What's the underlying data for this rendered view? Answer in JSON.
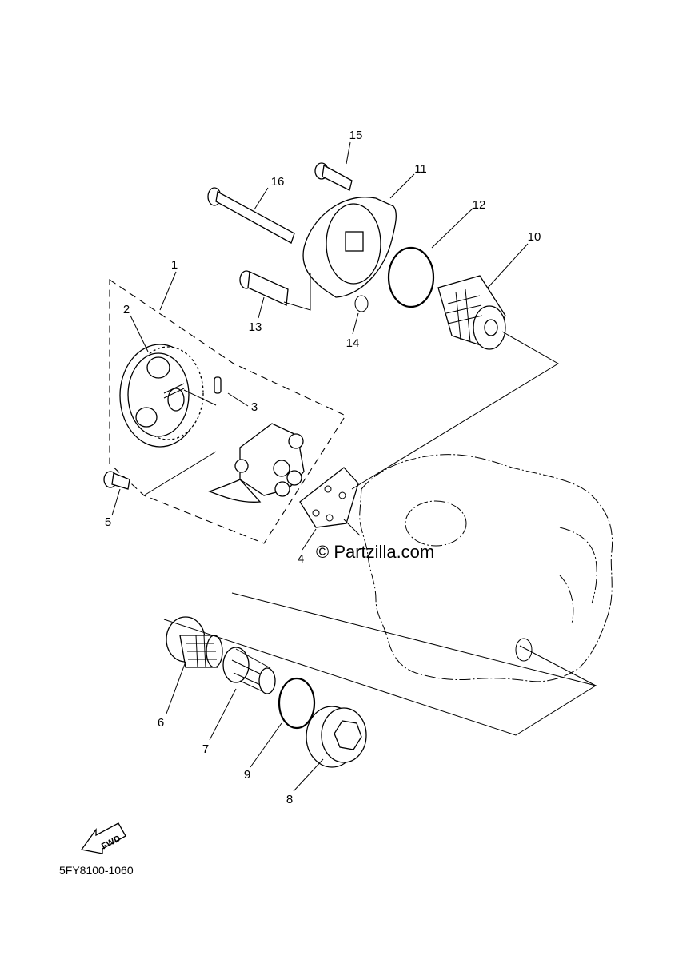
{
  "diagram": {
    "watermark": "© Partzilla.com",
    "drawing_code": "5FY8100-1060",
    "direction_arrow_label": "FWD",
    "part_labels": [
      "1",
      "2",
      "3",
      "4",
      "5",
      "6",
      "7",
      "8",
      "9",
      "10",
      "11",
      "12",
      "13",
      "14",
      "15",
      "16"
    ],
    "icons": {
      "direction": "fwd-arrow-icon",
      "oil-pump": "oil-pump-icon",
      "oil-filter": "oil-filter-icon",
      "strainer": "strainer-icon",
      "spring": "spring-icon",
      "drain-plug": "drain-plug-icon",
      "o-ring": "o-ring-icon",
      "bolt": "bolt-icon",
      "crankcase": "crankcase-outline-icon"
    }
  }
}
